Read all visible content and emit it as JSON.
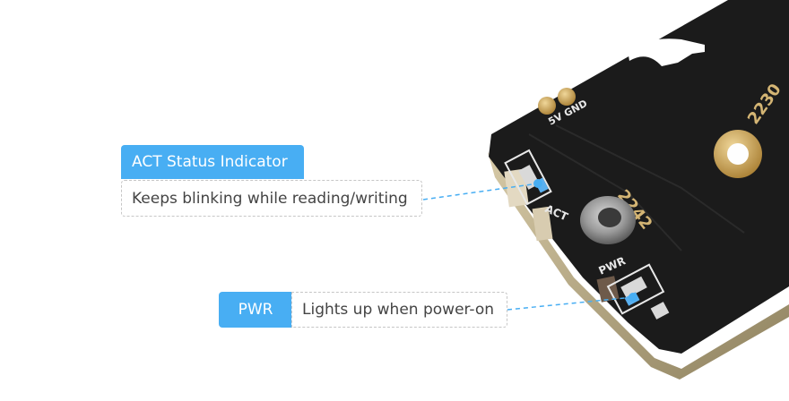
{
  "callouts": {
    "act": {
      "title": "ACT Status Indicator",
      "description": "Keeps blinking while reading/writing"
    },
    "pwr": {
      "title": "PWR",
      "description": "Lights up when power-on"
    }
  },
  "board": {
    "pad_label": "5V GND",
    "act_label": "ACT",
    "pwr_label": "PWR",
    "hole_label_2242": "2242",
    "hole_label_2230": "2230"
  },
  "colors": {
    "accent": "#48aef3",
    "pcb": "#1b1b1b",
    "silkscreen": "#e8e8e8",
    "gold": "#c9a25a"
  }
}
